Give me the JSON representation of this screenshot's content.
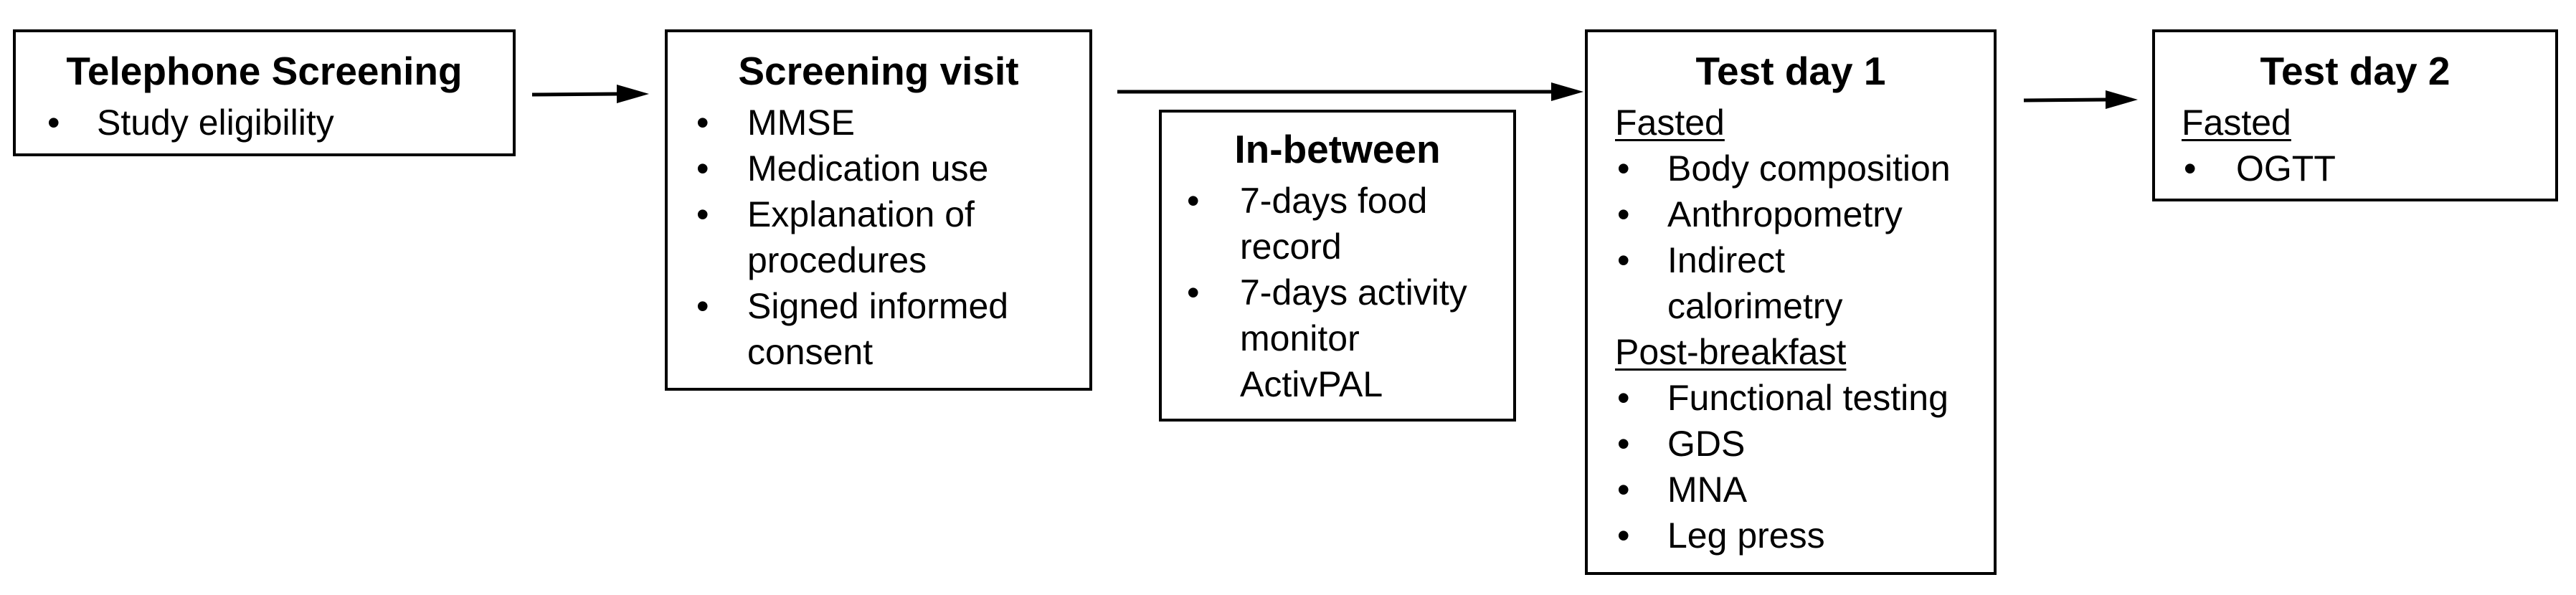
{
  "boxes": {
    "telephone": {
      "title": "Telephone Screening",
      "items": [
        "Study eligibility"
      ]
    },
    "screening": {
      "title": "Screening visit",
      "items": [
        "MMSE",
        "Medication use",
        "Explanation of",
        "procedures",
        "Signed informed",
        "consent"
      ]
    },
    "inbetween": {
      "title": "In-between",
      "items": [
        "7-days food",
        "record",
        "7-days activity",
        "monitor",
        "ActivPAL"
      ]
    },
    "test1": {
      "title": "Test day 1",
      "section1": "Fasted",
      "items1": [
        "Body composition",
        "Anthropometry",
        "Indirect",
        "calorimetry"
      ],
      "section2": "Post-breakfast",
      "items2": [
        "Functional testing",
        "GDS",
        "MNA",
        "Leg press"
      ]
    },
    "test2": {
      "title": "Test day 2",
      "section1": "Fasted",
      "items1": [
        "OGTT"
      ]
    }
  },
  "bullet_char": "•"
}
